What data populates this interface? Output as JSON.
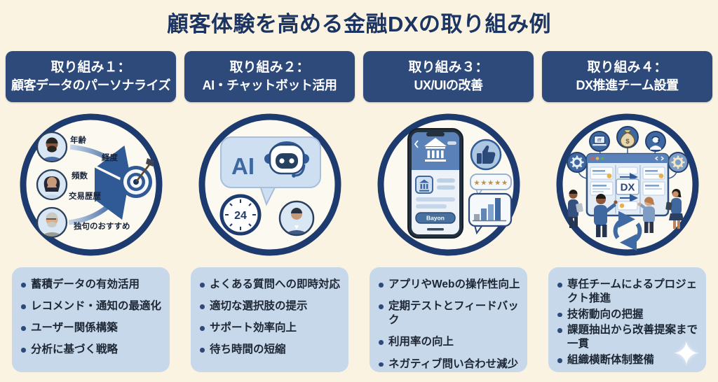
{
  "title": "顧客体験を高める金融DXの取り組み例",
  "colors": {
    "background": "#faf3e2",
    "header_navy": "#2e4a7b",
    "title_navy": "#1b3462",
    "ring_navy": "#1d3b6e",
    "list_box_blue": "#c7d8eb",
    "accent_blue": "#3f68a0",
    "star_gold": "#bd9250"
  },
  "columns": [
    {
      "header": {
        "line1": "取り組み１：",
        "line2": "顧客データのパーソナライズ"
      },
      "illustration": {
        "icons": [
          "user-avatar-icon",
          "arrow-icon",
          "target-icon",
          "dart-icon"
        ],
        "labels": [
          "年齢",
          "経度",
          "頻数",
          "交易歴歴",
          "独句のおすすめ"
        ]
      },
      "bullets": [
        "蓄積データの有効活用",
        "レコメンド・通知の最適化",
        "ユーザー関係構築",
        "分析に基づく戦略"
      ]
    },
    {
      "header": {
        "line1": "取り組み２：",
        "line2": "AI・チャットボット活用"
      },
      "illustration": {
        "icons": [
          "speech-bubble-icon",
          "robot-icon",
          "clock-icon",
          "user-avatar-icon"
        ],
        "ai_label": "AI",
        "clock_label": "24"
      },
      "bullets": [
        "よくある質問への即時対応",
        "適切な選択肢の提示",
        "サポート効率向上",
        "待ち時間の短縮"
      ]
    },
    {
      "header": {
        "line1": "取り組み３：",
        "line2": "UX/UIの改善"
      },
      "illustration": {
        "icons": [
          "smartphone-icon",
          "bank-icon",
          "thumbs-up-icon",
          "star-rating-icon",
          "bar-chart-icon"
        ],
        "app_button_label": "Bayon",
        "stars": "★★★★★"
      },
      "bullets": [
        "アプリやWebの操作性向上",
        "定期テストとフィードバック",
        "利用率の向上",
        "ネガティブ問い合わせ減少"
      ]
    },
    {
      "header": {
        "line1": "取り組み４：",
        "line2": "DX推進チーム設置"
      },
      "illustration": {
        "icons": [
          "laptop-icon",
          "money-bag-icon",
          "headset-agent-icon",
          "gear-icon",
          "kanban-board-icon",
          "team-people-icon",
          "refresh-cycle-icon"
        ],
        "dx_label": "DX",
        "laptop_label": "IT",
        "money_label": "$"
      },
      "bullets": [
        "専任チームによるプロジェクト推進",
        "技術動向の把握",
        "課題抽出から改善提案まで一貫",
        "組織横断体制整備"
      ],
      "sparkle_icon": "✦"
    }
  ]
}
